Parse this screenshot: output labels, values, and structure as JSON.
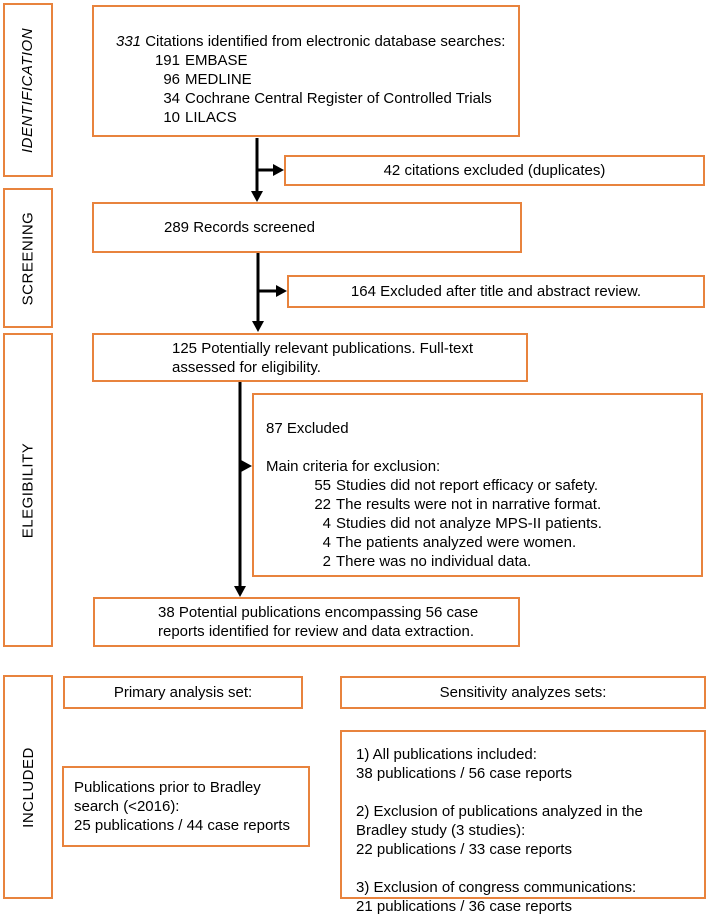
{
  "colors": {
    "accent_orange": "#e8833d",
    "arrow_black": "#000000",
    "text": "#000000",
    "background": "#ffffff"
  },
  "sidebar": {
    "identification": "IDENTIFICATION",
    "screening": "SCREENING",
    "elegibility": "ELEGIBILITY",
    "included": "INCLUDED"
  },
  "flow": {
    "citations": {
      "lead_num": "331",
      "lead_text": " Citations identified from electronic database searches:",
      "sources": [
        {
          "count": "191",
          "name": "EMBASE"
        },
        {
          "count": "96",
          "name": "MEDLINE"
        },
        {
          "count": "34",
          "name": "Cochrane Central Register of Controlled Trials"
        },
        {
          "count": "10",
          "name": "LILACS"
        }
      ]
    },
    "duplicates_excluded": "42 citations excluded (duplicates)",
    "records_screened": "289 Records screened",
    "title_abstract_excluded": "164 Excluded after title and abstract review.",
    "fulltext": {
      "line1": "125 Potentially relevant publications. Full-text",
      "line2": "assessed for eligibility."
    },
    "excluded87": {
      "title": "87 Excluded",
      "criteria_heading": "Main criteria for exclusion:",
      "criteria": [
        {
          "count": "55",
          "text": "Studies did not report efficacy or safety."
        },
        {
          "count": "22",
          "text": "The results were not in narrative format."
        },
        {
          "count": "4",
          "text": "Studies did not analyze MPS-II patients."
        },
        {
          "count": "4",
          "text": "The patients analyzed were women."
        },
        {
          "count": "2",
          "text": "There was no individual data."
        }
      ]
    },
    "final": {
      "line1": "38 Potential publications encompassing 56 case",
      "line2": "reports identified for review and data extraction."
    }
  },
  "included_section": {
    "primary_header": "Primary analysis set:",
    "primary_lines": [
      "Publications prior to Bradley",
      "search (<2016):",
      "25 publications / 44 case reports"
    ],
    "sensitivity_header": "Sensitivity analyzes sets:",
    "sensitivity_groups": [
      {
        "label": "1) All publications included:",
        "result": "38 publications / 56 case reports"
      },
      {
        "label": "2) Exclusion of publications analyzed in the",
        "label2": "Bradley study (3 studies):",
        "result": "22 publications / 33 case reports"
      },
      {
        "label": "3) Exclusion of congress communications:",
        "result": "21 publications / 36 case reports"
      }
    ]
  }
}
